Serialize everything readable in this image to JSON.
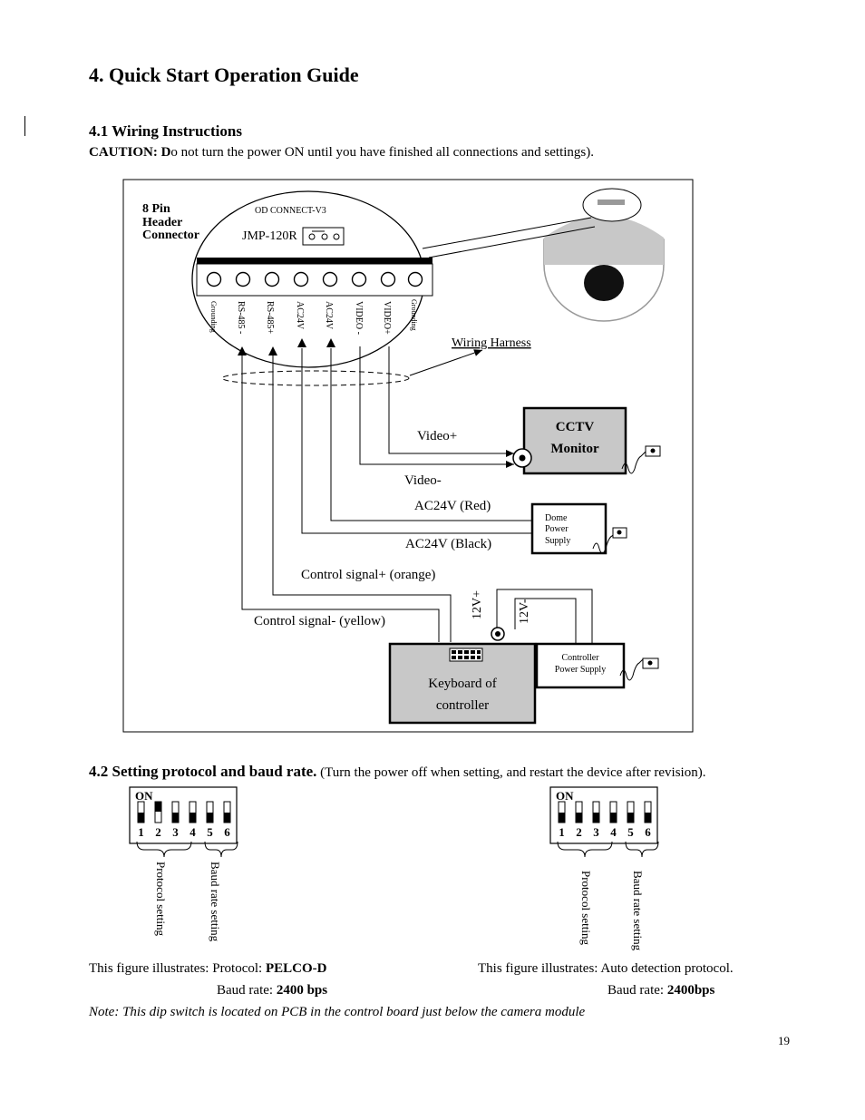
{
  "heading": "4. Quick Start Operation Guide",
  "section1": {
    "title": "4.1 Wiring Instructions",
    "caution_label": "CAUTION: D",
    "caution_text": "o not turn the power ON until you have finished all connections and settings)."
  },
  "diagram": {
    "connector_label": [
      "8 Pin",
      "Header",
      "Connector"
    ],
    "board_name": "OD CONNECT-V3",
    "jumper_label": "JMP-120R",
    "pins": [
      "Grounding",
      "RS-485 -",
      "RS-485+",
      "AC24V",
      "AC24V",
      "VIDEO -",
      "VIDEO+",
      "Grounding"
    ],
    "wiring_harness": "Wiring Harness",
    "video_plus": "Video+",
    "video_minus": "Video-",
    "ac_red": "AC24V (Red)",
    "ac_black": "AC24V (Black)",
    "ctrl_plus": "Control signal+ (orange)",
    "ctrl_minus": "Control signal- (yellow)",
    "monitor": [
      "CCTV",
      "Monitor"
    ],
    "dome_power": [
      "Dome",
      "Power",
      "Supply"
    ],
    "controller_power": [
      "Controller",
      "Power Supply"
    ],
    "keyboard": [
      "Keyboard of",
      "controller"
    ],
    "v12_plus": "12V+",
    "v12_minus": "12V-"
  },
  "section2": {
    "title": "4.2 Setting protocol and baud rate.",
    "subtitle": "(Turn the power off when setting, and restart the device after revision)."
  },
  "dip_left": {
    "on_label": "ON",
    "numbers": [
      "1",
      "2",
      "3",
      "4",
      "5",
      "6"
    ],
    "up": [
      false,
      true,
      false,
      false,
      false,
      false
    ],
    "group1": "Protocol setting",
    "group2": "Baud rate setting",
    "caption_prefix": "This figure illustrates: Protocol: ",
    "caption_value": "PELCO-D",
    "baud_prefix": "Baud rate: ",
    "baud_value": "2400 bps"
  },
  "dip_right": {
    "on_label": "ON",
    "numbers": [
      "1",
      "2",
      "3",
      "4",
      "5",
      "6"
    ],
    "up": [
      false,
      false,
      false,
      false,
      false,
      false
    ],
    "group1": "Protocol setting",
    "group2": "Baud rate setting",
    "caption": "This figure illustrates: Auto detection protocol.",
    "baud_prefix": "Baud rate: ",
    "baud_value": "2400bps"
  },
  "note": "Note: This dip switch is located on PCB in the control board just below the camera module",
  "page_number": "19"
}
